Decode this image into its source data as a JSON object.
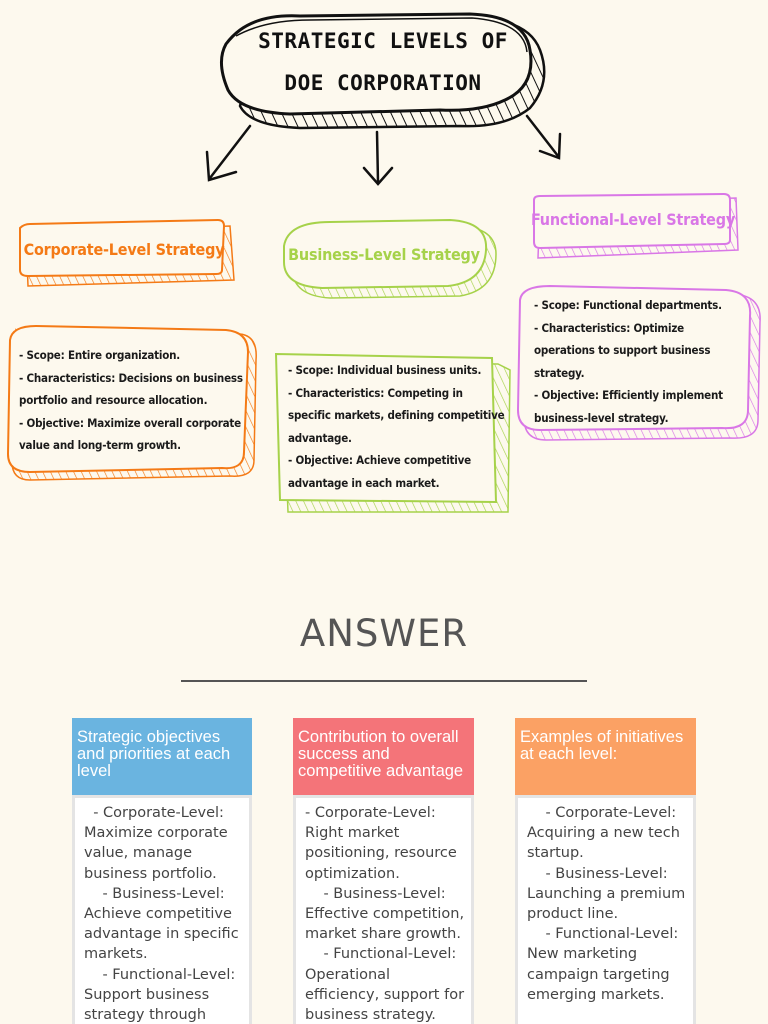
{
  "title": {
    "line1": "STRATEGIC LEVELS OF",
    "line2": "DOE CORPORATION"
  },
  "colors": {
    "background": "#fdf9ee",
    "corporate": "#f47a16",
    "business": "#a6d24a",
    "functional": "#d977e6",
    "answer_col1": "#6ab4e0",
    "answer_col2": "#f47479",
    "answer_col3": "#fba164"
  },
  "levels": {
    "corporate": {
      "title": "Corporate-Level Strategy",
      "lines": [
        " - Scope: Entire organization.",
        "   - Characteristics: Decisions on business",
        "portfolio and resource allocation.",
        "   - Objective: Maximize overall corporate",
        "value and long-term growth."
      ]
    },
    "business": {
      "title": "Business-Level Strategy",
      "lines": [
        "- Scope: Individual business units.",
        "   - Characteristics: Competing in",
        "specific markets, defining competitive",
        "advantage.",
        "   - Objective: Achieve competitive",
        "advantage in each market."
      ]
    },
    "functional": {
      "title": "Functional-Level Strategy",
      "lines": [
        " - Scope: Functional departments.",
        "   - Characteristics: Optimize",
        "operations to support business",
        "strategy.",
        "   - Objective: Efficiently implement",
        "business-level strategy."
      ]
    }
  },
  "answer": {
    "heading": "ANSWER",
    "columns": [
      {
        "header": "Strategic objectives and priorities at each level",
        "body": "  - Corporate-Level: Maximize corporate value, manage business portfolio.\n    - Business-Level: Achieve competitive advantage in specific markets.\n    - Functional-Level: Support business strategy through"
      },
      {
        "header": " Contribution to overall success and competitive advantage",
        "body": "- Corporate-Level: Right market positioning, resource optimization.\n    - Business-Level: Effective competition, market share growth.\n    - Functional-Level: Operational efficiency, support for business strategy."
      },
      {
        "header": " Examples of initiatives at each level:",
        "body": "    - Corporate-Level: Acquiring a new tech startup.\n    - Business-Level: Launching a premium product line.\n    - Functional-Level: New marketing campaign targeting emerging markets."
      }
    ]
  }
}
